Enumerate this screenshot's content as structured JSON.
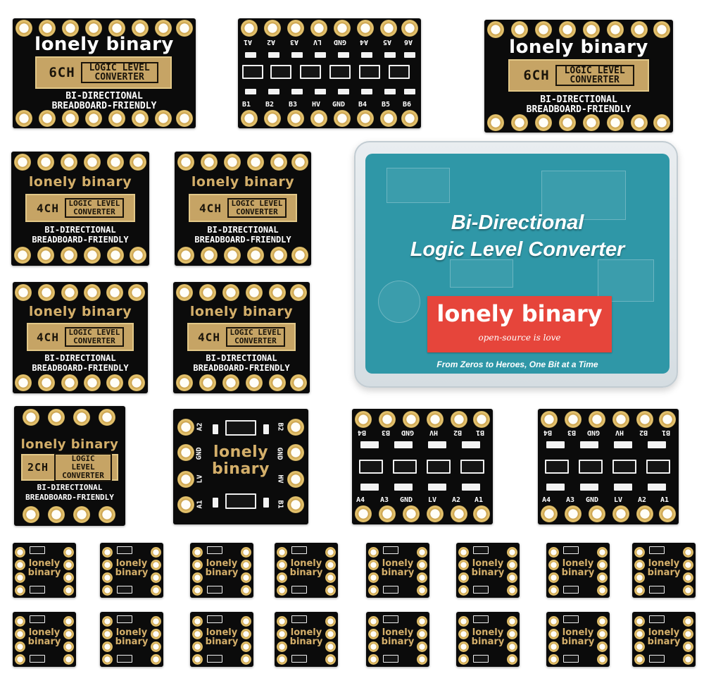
{
  "brand": "lonely binary",
  "board_text": {
    "logic_level_converter": "LOGIC LEVEL CONVERTER",
    "bi_directional": "BI-DIRECTIONAL",
    "breadboard_friendly": "BREADBOARD-FRIENDLY",
    "ch6": "6CH",
    "ch4": "4CH",
    "ch2": "2CH",
    "brand_line1": "lonely",
    "brand_line2": "binary"
  },
  "six_ch_pins": {
    "top": [
      "A1",
      "A2",
      "A3",
      "LV",
      "GND",
      "A4",
      "A5",
      "A6"
    ],
    "bottom": [
      "B1",
      "B2",
      "B3",
      "HV",
      "GND",
      "B4",
      "B5",
      "B6"
    ]
  },
  "four_ch_pins": {
    "top": [
      "B4",
      "B3",
      "GND",
      "HV",
      "B2",
      "B1"
    ],
    "bottom": [
      "A4",
      "A3",
      "GND",
      "LV",
      "A2",
      "A1"
    ]
  },
  "two_ch_pins": {
    "left": [
      "A2",
      "GND",
      "LV",
      "A1"
    ],
    "right": [
      "B2",
      "GND",
      "HV",
      "B1"
    ]
  },
  "case": {
    "title_line1": "Bi-Directional",
    "title_line2": "Logic Level Converter",
    "logo": "lonely binary",
    "slogan": "open-source is love",
    "tagline": "From Zeros to Heroes, One Bit at a Time"
  },
  "colors": {
    "pcb": "#0b0b0b",
    "gold": "#c6a465",
    "case_teal": "#2f97a7",
    "logo_red": "#e6453b"
  }
}
